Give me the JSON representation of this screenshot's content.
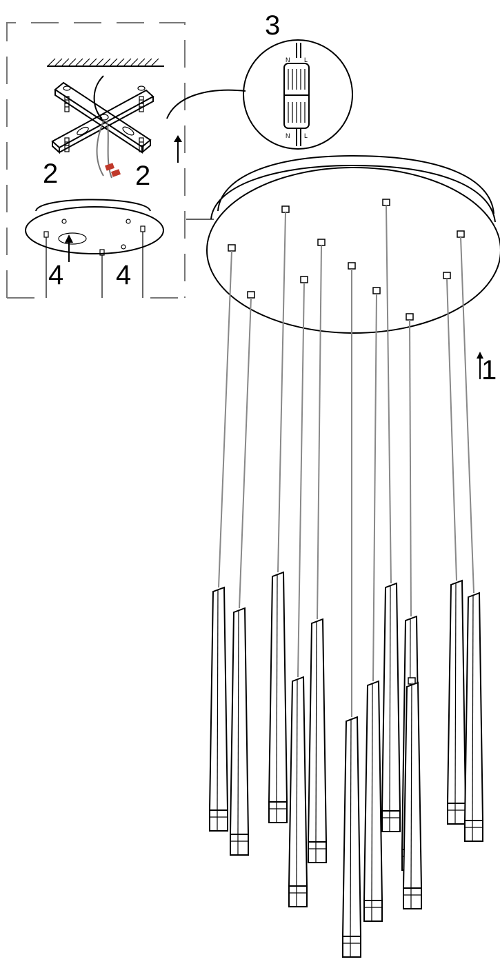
{
  "step_labels": {
    "step1": "1",
    "step2_left": "2",
    "step2_right": "2",
    "step3": "3",
    "step4_left": "4",
    "step4_right": "4"
  },
  "connector_terminals": {
    "top_left": "N",
    "top_right": "L",
    "bottom_left": "N",
    "bottom_right": "L"
  },
  "colors": {
    "line": "#000000",
    "wire": "#777777",
    "wire_nut": "#c0392b"
  }
}
